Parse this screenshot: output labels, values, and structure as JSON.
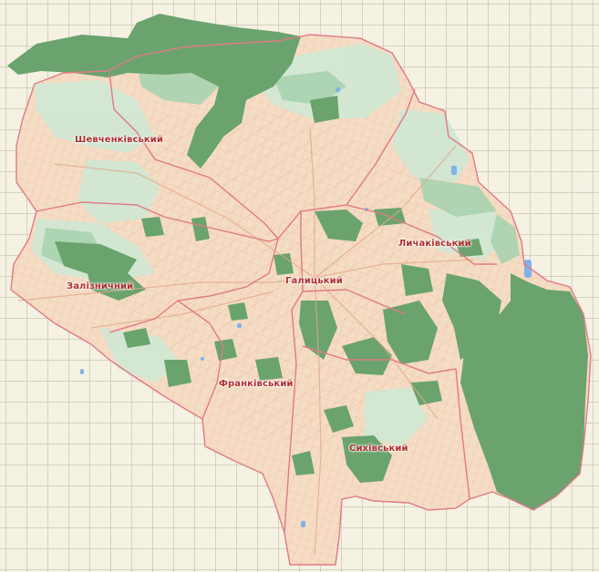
{
  "map": {
    "colors": {
      "background": "#f5f1e3",
      "grid": "#cdc8b4",
      "urban": "#f5dcc4",
      "forest": "#6aa36d",
      "forest_light": "#a9d3b0",
      "park": "#cfe8d4",
      "boundary": "#e07a86",
      "street": "#e5b79a",
      "water": "#7fb3e8",
      "label": "#b03030"
    },
    "districts": [
      {
        "id": "shevchenkivskyi",
        "name": "Шевченківський"
      },
      {
        "id": "lychakivskyi",
        "name": "Личаківський"
      },
      {
        "id": "zaliznychnyi",
        "name": "Залізничний"
      },
      {
        "id": "halytskyi",
        "name": "Галицький"
      },
      {
        "id": "frankivskyi",
        "name": "Франківський"
      },
      {
        "id": "sykhivskyi",
        "name": "Сихівський"
      }
    ]
  }
}
